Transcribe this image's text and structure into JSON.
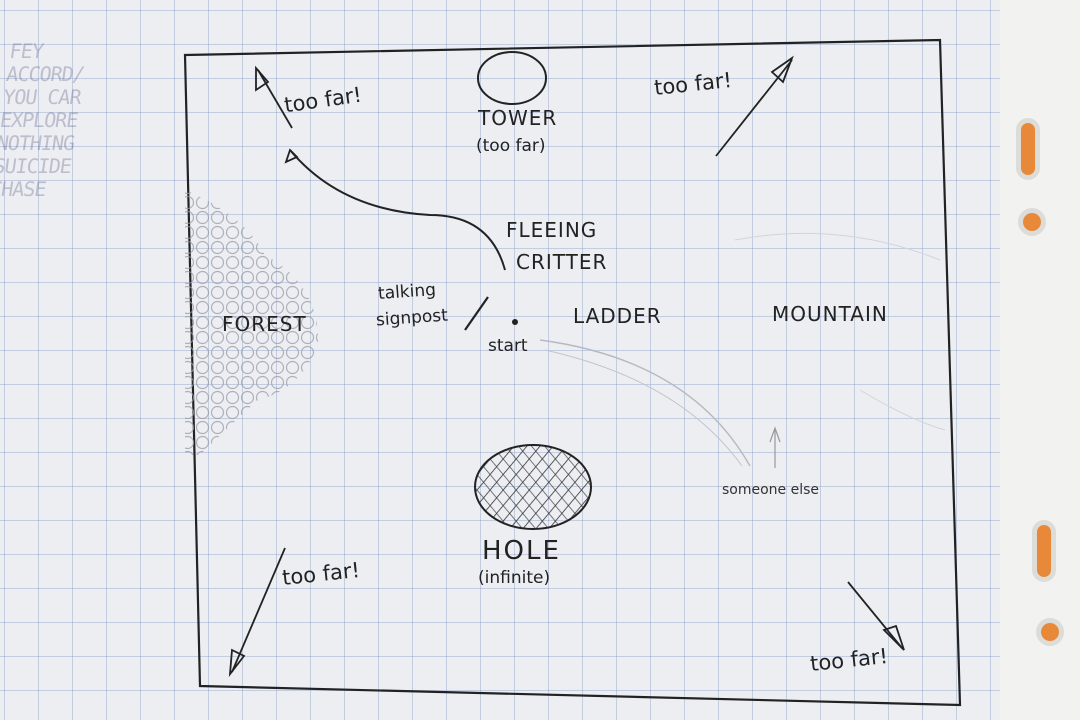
{
  "faded_notes": [
    "FEY",
    "ACCORD/",
    "YOU CAR",
    "EXPLORE",
    "NOTHING",
    "SUICIDE",
    "CHASE"
  ],
  "locations": {
    "tower": "TOWER",
    "tower_note": "(too far)",
    "fleeing_critter_1": "FLEEING",
    "fleeing_critter_2": "CRITTER",
    "signpost_1": "talking",
    "signpost_2": "signpost",
    "start": "start",
    "ladder": "LADDER",
    "mountain": "MOUNTAIN",
    "forest": "FOREST",
    "hole": "HOLE",
    "hole_note": "(infinite)",
    "someone_else": "someone else"
  },
  "edge_warnings": {
    "top_left": "too far!",
    "top_right": "too far!",
    "bottom_left": "too far!",
    "bottom_right": "too far!"
  }
}
